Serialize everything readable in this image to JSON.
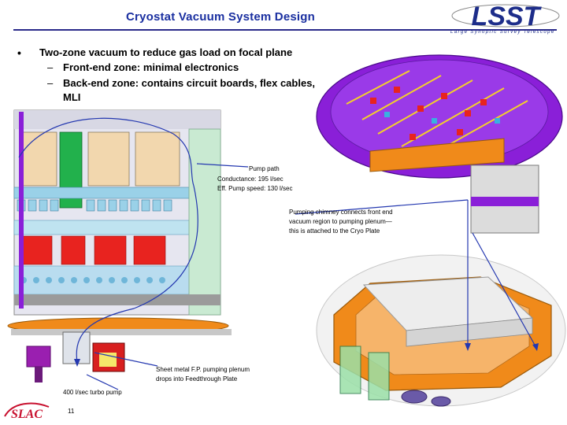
{
  "slide": {
    "title": "Cryostat Vacuum System Design",
    "bullet_marker": "•",
    "main_bullet": "Two-zone vacuum to reduce gas load on focal plane",
    "sub_marker": "–",
    "sub_bullets": [
      "Front-end zone:  minimal electronics",
      "Back-end zone:  contains circuit boards, flex cables, MLI"
    ],
    "page_number": "11"
  },
  "logos": {
    "lsst_text": "LSST",
    "lsst_subtitle": "Large Synoptic Survey Telescope",
    "slac_text": "SLAC"
  },
  "annotations": {
    "pump_path_title": "Pump path",
    "pump_conductance": "Conductance:  195 l/sec",
    "pump_speed": "Eff. Pump speed:  130 l/sec",
    "chimney_line1": "Pumping chimney connects front end",
    "chimney_line2": "vacuum region to pumping plenum—",
    "chimney_line3": "this is attached to the Cryo Plate",
    "plenum_line1": "Sheet metal F.P. pumping plenum",
    "plenum_line2": "drops into Feedthrough Plate",
    "turbo_pump": "400 l/sec turbo pump"
  },
  "colors": {
    "title": "#1a2fa0",
    "cryo_plate": "#8a1fd8",
    "flange": "#f08a1a",
    "arrow": "#2438b0"
  }
}
